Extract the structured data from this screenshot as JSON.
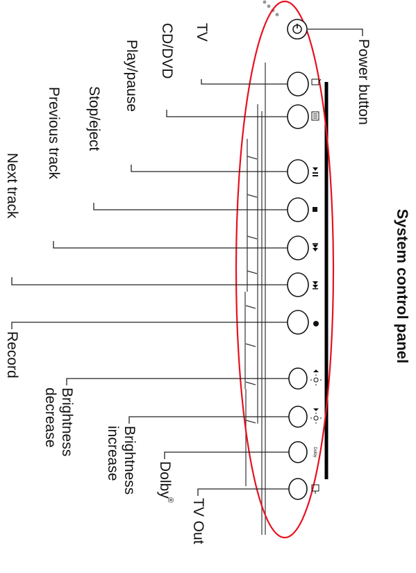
{
  "title": "System control panel",
  "buttons": [
    {
      "label": "Power button",
      "icon": "power-icon"
    },
    {
      "label": "TV",
      "icon": "tv-icon"
    },
    {
      "label": "CD/DVD",
      "icon": "cd-dvd-icon"
    },
    {
      "label": "Play/pause",
      "icon": "play-pause-icon"
    },
    {
      "label": "Stop/eject",
      "icon": "stop-icon"
    },
    {
      "label": "Previous track",
      "icon": "previous-track-icon"
    },
    {
      "label": "Next track",
      "icon": "next-track-icon"
    },
    {
      "label": "Record",
      "icon": "record-icon"
    },
    {
      "label": "Brightness decrease",
      "icon": "brightness-decrease-icon"
    },
    {
      "label": "Brightness increase",
      "icon": "brightness-increase-icon"
    },
    {
      "label": "Dolby",
      "icon": "dolby-icon"
    },
    {
      "label": "TV Out",
      "icon": "tv-out-icon"
    }
  ],
  "labels": {
    "power": "Power button",
    "tv": "TV",
    "cddvd": "CD/DVD",
    "play": "Play/pause",
    "stop": "Stop/eject",
    "prev": "Previous track",
    "next": "Next track",
    "record": "Record",
    "bright_dec_1": "Brightness",
    "bright_dec_2": "decrease",
    "bright_inc_1": "Brightness",
    "bright_inc_2": "increase",
    "dolby": "Dolby",
    "dolby_mark": "®",
    "tvout": "TV Out",
    "dolby_icon_text": "Dolby"
  },
  "colors": {
    "highlight_ellipse": "#e8101e",
    "line": "#222222",
    "panel_bar": "#000000"
  }
}
